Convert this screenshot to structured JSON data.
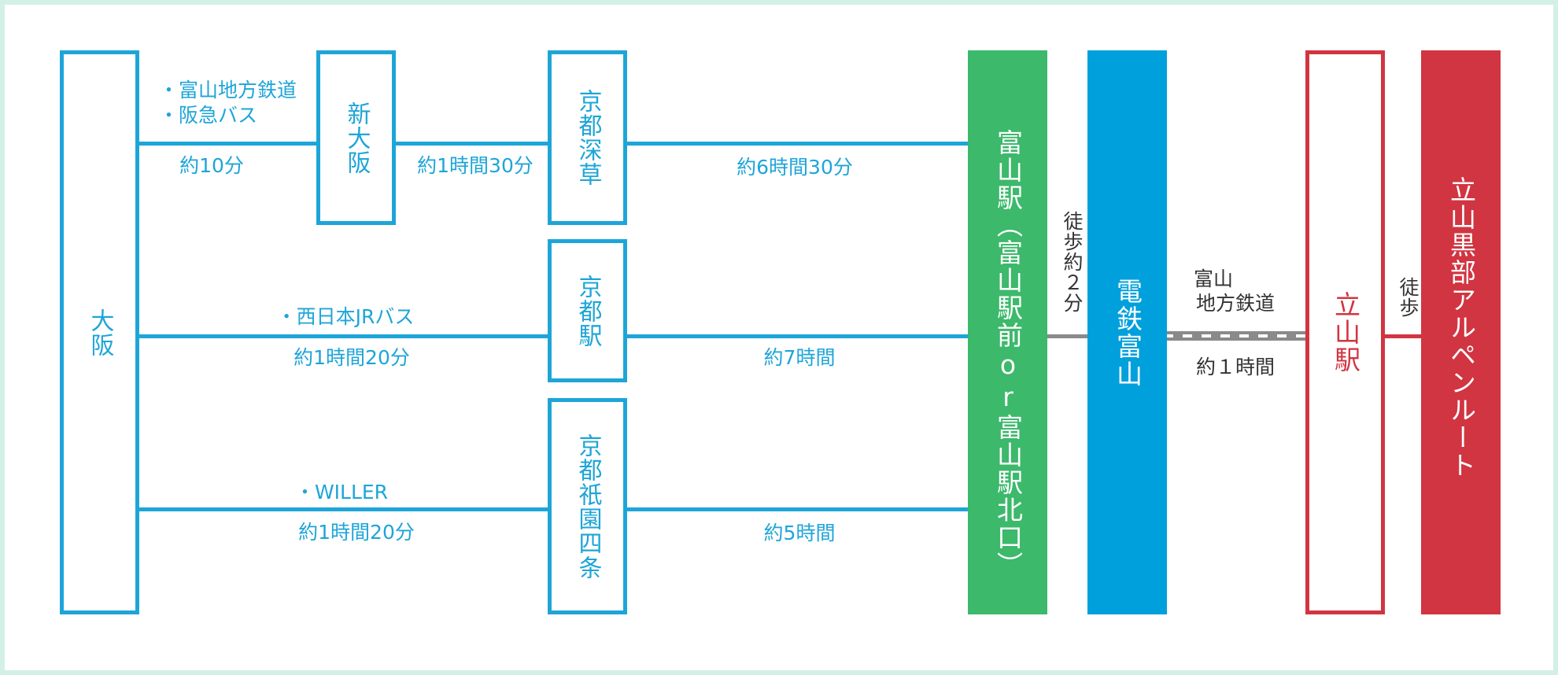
{
  "stations": {
    "osaka": "大阪",
    "shin_osaka": "新大阪",
    "kyoto_fukakusa": "京都深草",
    "kyoto_station": "京都駅",
    "kyoto_gion": "京都祇園四条",
    "toyama": "富山駅（富山駅前or富山駅北口）",
    "dentetsu_toyama": "電鉄富山",
    "tateyama": "立山駅",
    "alpine_route": "立山黒部アルペンルート"
  },
  "routes": {
    "osaka_shin_osaka": {
      "operators": [
        "・富山地方鉄道",
        "・阪急バス"
      ],
      "time": "約10分"
    },
    "shin_osaka_fukakusa": {
      "time": "約1時間30分"
    },
    "fukakusa_toyama": {
      "time": "約6時間30分"
    },
    "osaka_kyoto": {
      "operators": [
        "・西日本JRバス"
      ],
      "time": "約1時間20分"
    },
    "kyoto_toyama": {
      "time": "約7時間"
    },
    "osaka_gion": {
      "operators": [
        "・WILLER"
      ],
      "time": "約1時間20分"
    },
    "gion_toyama": {
      "time": "約5時間"
    },
    "toyama_dentetsu": {
      "label": "徒歩約２分"
    },
    "dentetsu_tateyama": {
      "operator_lines": [
        "富山",
        "地方鉄道"
      ],
      "time": "約１時間"
    },
    "tateyama_alpine": {
      "label": "徒歩"
    }
  },
  "colors": {
    "frame": "#d3f0e6",
    "blue": "#1ea5d8",
    "green": "#3cb96b",
    "sky": "#00a0dc",
    "red": "#d13541",
    "gray": "#8a8a8a"
  }
}
